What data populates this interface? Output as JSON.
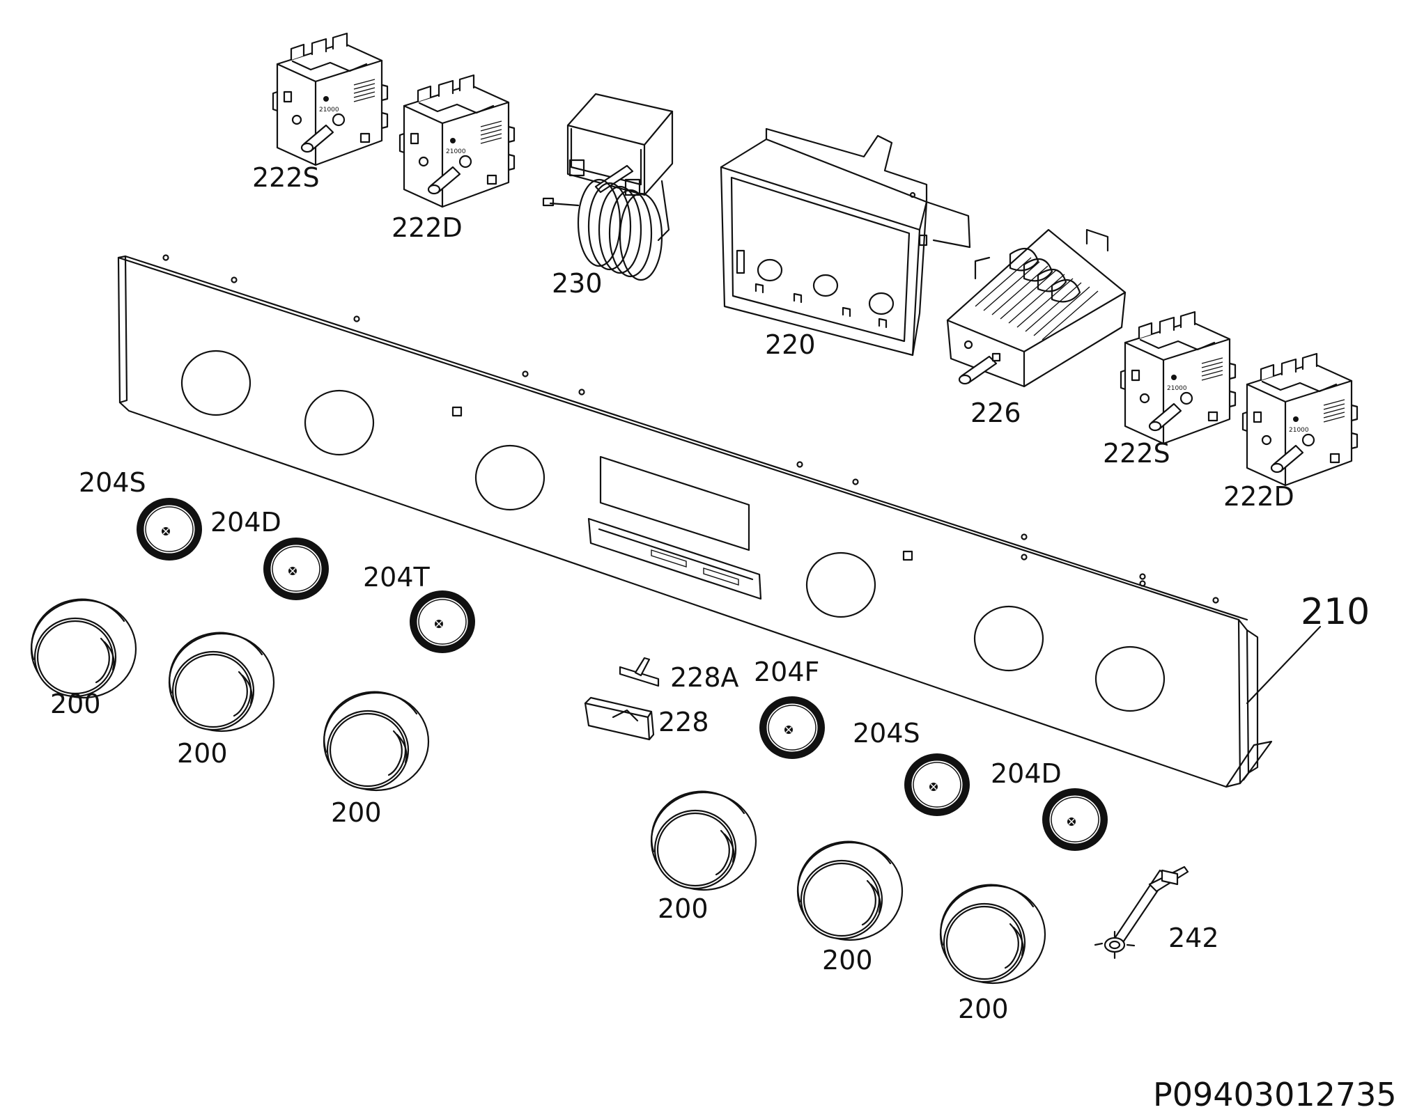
{
  "diagram": {
    "reference_code": "P09403012735",
    "labels": {
      "switch_top_left_s": "222S",
      "switch_top_left_d": "222D",
      "thermostat": "230",
      "display_housing": "220",
      "selector_switch": "226",
      "switch_right_s": "222S",
      "switch_right_d": "222D",
      "panel": "210",
      "bezel_left_s": "204S",
      "bezel_left_d": "204D",
      "bezel_left_t": "204T",
      "bezel_f": "204F",
      "bezel_right_s": "204S",
      "bezel_right_d": "204D",
      "clip_a": "228A",
      "clip": "228",
      "sensor": "242",
      "knob_1": "200",
      "knob_2": "200",
      "knob_3": "200",
      "knob_4": "200",
      "knob_5": "200",
      "knob_6": "200"
    }
  }
}
